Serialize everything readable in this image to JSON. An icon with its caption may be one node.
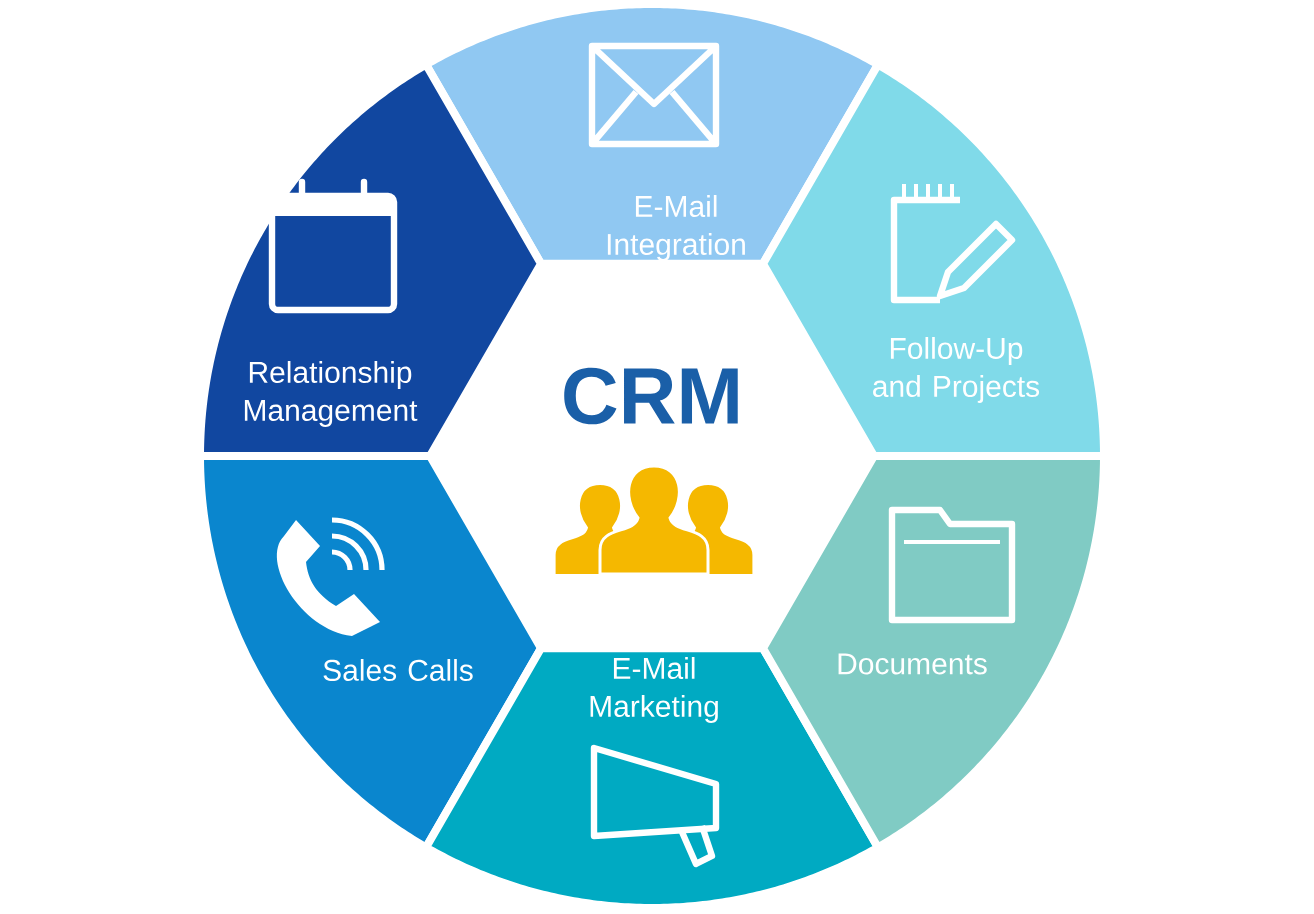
{
  "diagram": {
    "nodes": [
      {
        "text": [
          "E-Mail Integration"
        ]
      },
      {
        "text": [
          "Relationship Management"
        ]
      },
      {
        "text": [
          "CRM"
        ]
      },
      {
        "text": [
          "Follow-Up and Projects"
        ]
      },
      {
        "text": [
          "Sales Calls"
        ]
      },
      {
        "text": [
          "E-Mail Marketing"
        ]
      },
      {
        "text": [
          "Documents"
        ]
      }
    ]
  }
}
